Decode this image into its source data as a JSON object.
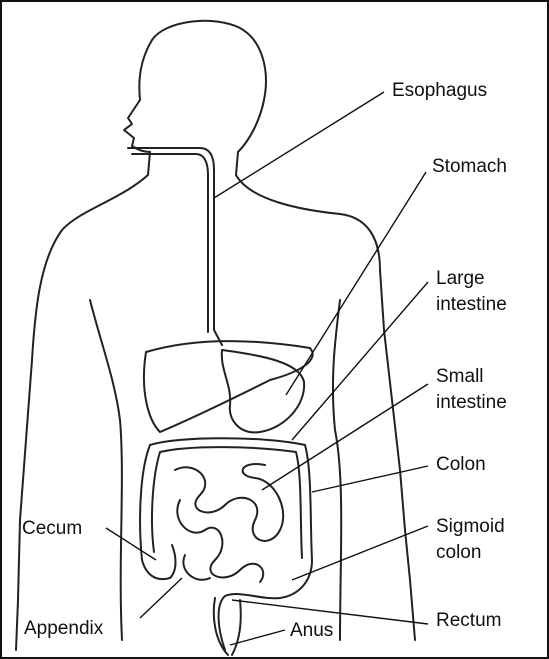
{
  "labels": {
    "esophagus": "Esophagus",
    "stomach": "Stomach",
    "large_intestine": [
      "Large",
      "intestine"
    ],
    "small_intestine": [
      "Small",
      "intestine"
    ],
    "colon": "Colon",
    "sigmoid_colon": [
      "Sigmoid",
      "colon"
    ],
    "rectum": "Rectum",
    "anus": "Anus",
    "cecum": "Cecum",
    "appendix": "Appendix"
  }
}
